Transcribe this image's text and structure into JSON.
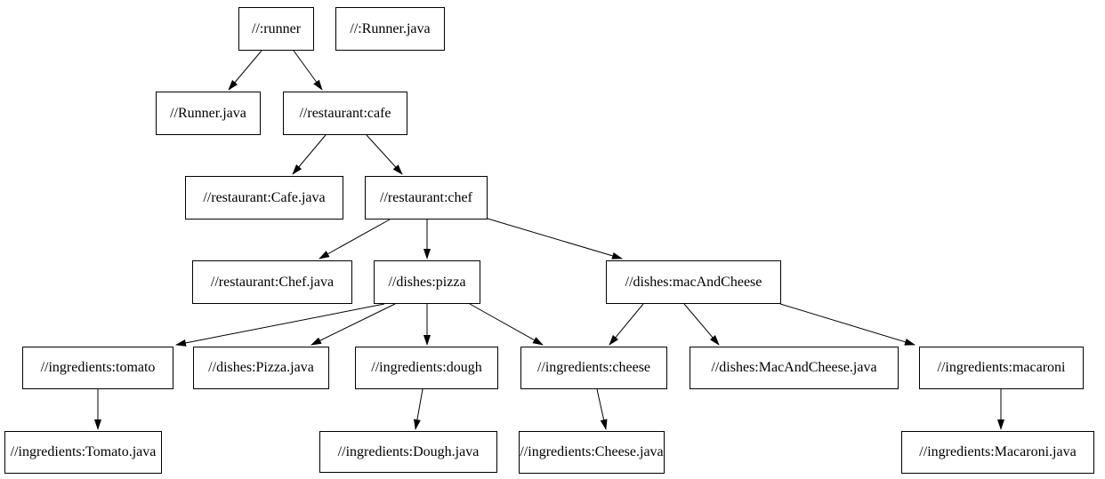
{
  "diagram": {
    "type": "dependency-graph",
    "background_color": "#ffffff",
    "node_fill_color": "#ffffff",
    "node_border_color": "#000000",
    "text_color": "#000000",
    "edge_color": "#000000",
    "nodes": [
      {
        "id": "runner",
        "label": "//:runner"
      },
      {
        "id": "runner-java-src",
        "label": "//:Runner.java"
      },
      {
        "id": "runner-java",
        "label": "//Runner.java"
      },
      {
        "id": "cafe",
        "label": "//restaurant:cafe"
      },
      {
        "id": "cafe-java",
        "label": "//restaurant:Cafe.java"
      },
      {
        "id": "chef",
        "label": "//restaurant:chef"
      },
      {
        "id": "chef-java",
        "label": "//restaurant:Chef.java"
      },
      {
        "id": "pizza",
        "label": "//dishes:pizza"
      },
      {
        "id": "mac-and-cheese",
        "label": "//dishes:macAndCheese"
      },
      {
        "id": "tomato",
        "label": "//ingredients:tomato"
      },
      {
        "id": "pizza-java",
        "label": "//dishes:Pizza.java"
      },
      {
        "id": "dough",
        "label": "//ingredients:dough"
      },
      {
        "id": "cheese",
        "label": "//ingredients:cheese"
      },
      {
        "id": "mac-and-cheese-java",
        "label": "//dishes:MacAndCheese.java"
      },
      {
        "id": "macaroni",
        "label": "//ingredients:macaroni"
      },
      {
        "id": "tomato-java",
        "label": "//ingredients:Tomato.java"
      },
      {
        "id": "dough-java",
        "label": "//ingredients:Dough.java"
      },
      {
        "id": "cheese-java",
        "label": "//ingredients:Cheese.java"
      },
      {
        "id": "macaroni-java",
        "label": "//ingredients:Macaroni.java"
      }
    ],
    "edges": [
      {
        "from": "//:runner",
        "to": "//Runner.java"
      },
      {
        "from": "//:runner",
        "to": "//restaurant:cafe"
      },
      {
        "from": "//restaurant:cafe",
        "to": "//restaurant:Cafe.java"
      },
      {
        "from": "//restaurant:cafe",
        "to": "//restaurant:chef"
      },
      {
        "from": "//restaurant:chef",
        "to": "//restaurant:Chef.java"
      },
      {
        "from": "//restaurant:chef",
        "to": "//dishes:pizza"
      },
      {
        "from": "//restaurant:chef",
        "to": "//dishes:macAndCheese"
      },
      {
        "from": "//dishes:pizza",
        "to": "//ingredients:tomato"
      },
      {
        "from": "//dishes:pizza",
        "to": "//dishes:Pizza.java"
      },
      {
        "from": "//dishes:pizza",
        "to": "//ingredients:dough"
      },
      {
        "from": "//dishes:pizza",
        "to": "//ingredients:cheese"
      },
      {
        "from": "//dishes:macAndCheese",
        "to": "//ingredients:cheese"
      },
      {
        "from": "//dishes:macAndCheese",
        "to": "//dishes:MacAndCheese.java"
      },
      {
        "from": "//dishes:macAndCheese",
        "to": "//ingredients:macaroni"
      },
      {
        "from": "//ingredients:tomato",
        "to": "//ingredients:Tomato.java"
      },
      {
        "from": "//ingredients:dough",
        "to": "//ingredients:Dough.java"
      },
      {
        "from": "//ingredients:cheese",
        "to": "//ingredients:Cheese.java"
      },
      {
        "from": "//ingredients:macaroni",
        "to": "//ingredients:Macaroni.java"
      }
    ]
  }
}
